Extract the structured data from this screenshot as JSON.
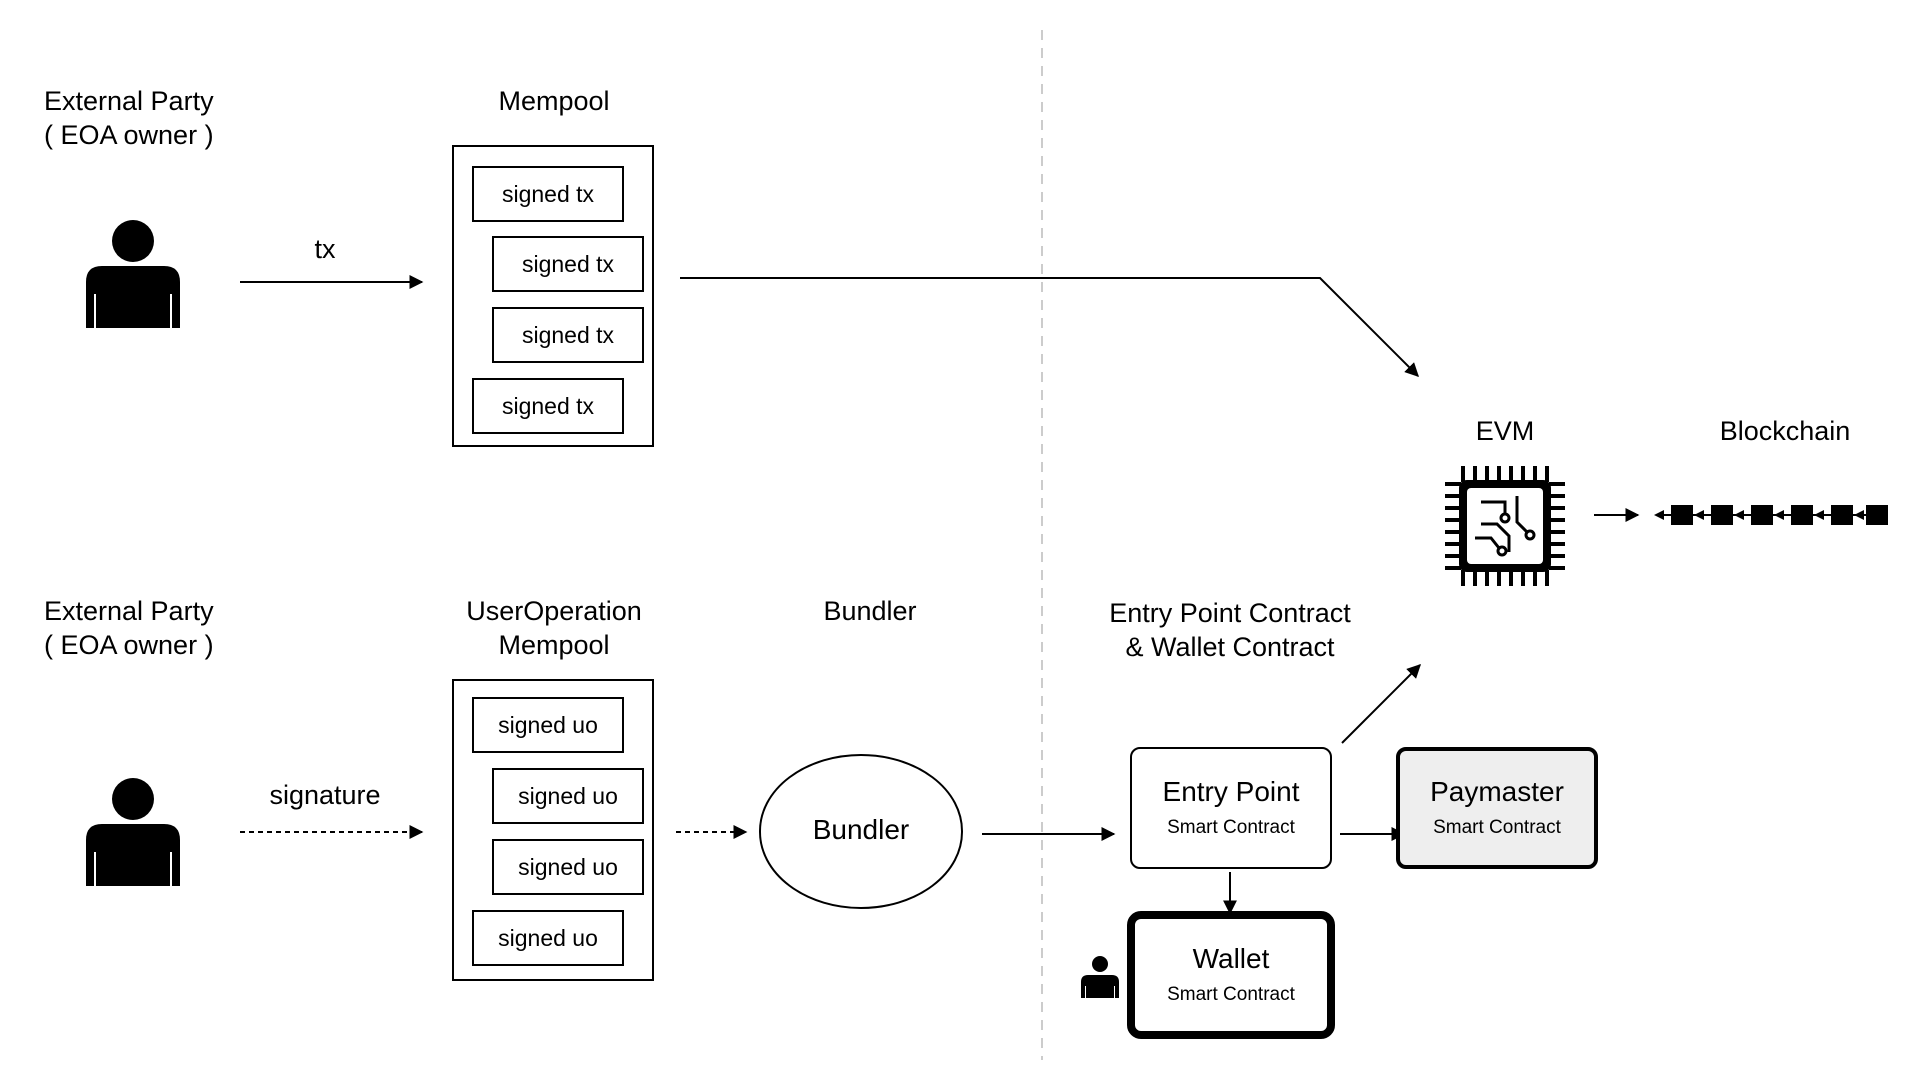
{
  "top_row": {
    "party_label_line1": "External Party",
    "party_label_line2": "( EOA owner )",
    "edge_label": "tx",
    "mempool_title": "Mempool",
    "mempool_items": [
      "signed tx",
      "signed tx",
      "signed tx",
      "signed tx"
    ]
  },
  "bottom_row": {
    "party_label_line1": "External Party",
    "party_label_line2": "( EOA owner )",
    "edge_label": "signature",
    "mempool_title_line1": "UserOperation",
    "mempool_title_line2": "Mempool",
    "mempool_items": [
      "signed uo",
      "signed uo",
      "signed uo",
      "signed uo"
    ],
    "bundler_title": "Bundler",
    "bundler_node": "Bundler",
    "contracts_title_line1": "Entry Point Contract",
    "contracts_title_line2": "& Wallet Contract"
  },
  "entry_point": {
    "title": "Entry Point",
    "subtitle": "Smart Contract"
  },
  "paymaster": {
    "title": "Paymaster",
    "subtitle": "Smart Contract"
  },
  "wallet": {
    "title": "Wallet",
    "subtitle": "Smart Contract"
  },
  "evm_label": "EVM",
  "blockchain_label": "Blockchain",
  "icons": [
    "person-icon",
    "cpu-chip-icon",
    "blockchain-icon"
  ],
  "colors": {
    "paymaster_fill": "#eeeeee",
    "divider": "#cccccc",
    "stroke": "#000000"
  }
}
